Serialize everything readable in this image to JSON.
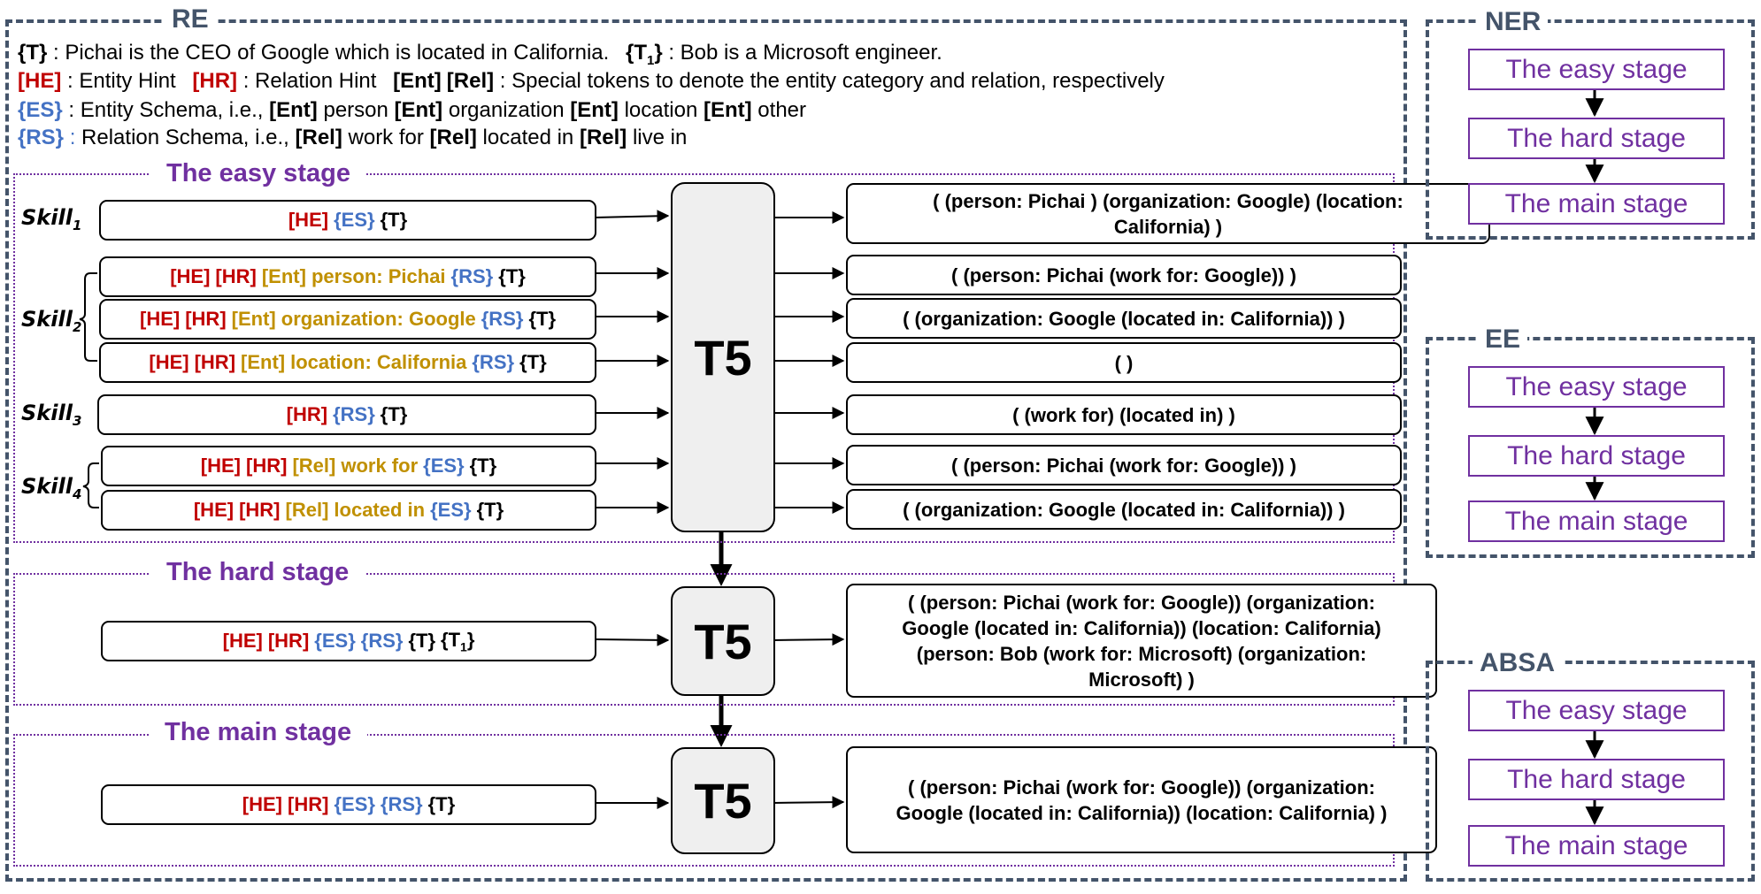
{
  "re": {
    "title": "RE",
    "legend": {
      "t_token": "{T}",
      "t_desc": " : Pichai is the CEO of Google which is located in California.",
      "t1_token": "{T",
      "t1_sub": "1",
      "t1_close": "}",
      "t1_desc": " : Bob is a Microsoft engineer.",
      "he_token": "[HE]",
      "he_desc": " : Entity Hint",
      "hr_token": "[HR]",
      "hr_desc": " : Relation Hint",
      "ent_token": "[Ent]",
      "rel_token": "[Rel]",
      "special_desc": " : Special tokens to denote the entity category and relation, respectively",
      "es_token": "{ES}",
      "es_desc_prefix": " : Entity Schema, i.e., ",
      "es_person": " person ",
      "es_org": " organization ",
      "es_loc": " location ",
      "es_other": " other",
      "rs_token": "{RS}",
      "rs_colon": " :",
      "rs_desc_prefix": " Relation Schema, i.e., ",
      "rs_work": " work for ",
      "rs_located": " located in ",
      "rs_live": " live in"
    }
  },
  "tokens": {
    "he": "[HE]",
    "hr": "[HR]",
    "es": "{ES}",
    "rs": "{RS}",
    "t": "{T}",
    "t1_prefix": "{T",
    "t1_sub": "1",
    "t1_suffix": "}",
    "ent": "[Ent]",
    "rel": "[Rel]"
  },
  "model_label": "T5",
  "stages": {
    "easy": "The easy stage",
    "hard": "The hard stage",
    "main": "The main stage"
  },
  "skills": {
    "s1": {
      "name": "Skill",
      "sub": "1"
    },
    "s2": {
      "name": "Skill",
      "sub": "2"
    },
    "s3": {
      "name": "Skill",
      "sub": "3"
    },
    "s4": {
      "name": "Skill",
      "sub": "4"
    }
  },
  "inputs": {
    "s2a_text": "person: Pichai",
    "s2b_text": "organization: Google",
    "s2c_text": "location: California",
    "s4a_text": "work for",
    "s4b_text": "located in"
  },
  "outputs": {
    "o1": "( (person: Pichai ) (organization: Google) (location: California) )",
    "o2": "( (person: Pichai (work for: Google)) )",
    "o3": "( (organization: Google (located in: California)) )",
    "o4": "( )",
    "o5": "( (work for) (located in) )",
    "o6": "( (person: Pichai (work for: Google)) )",
    "o7": "( (organization: Google (located in: California)) )",
    "hard": "( (person: Pichai (work for: Google)) (organization: Google (located in: California)) (location: California) (person: Bob (work for: Microsoft) (organization: Microsoft) )",
    "main": "( (person: Pichai (work for: Google)) (organization: Google (located in: California)) (location: California) )"
  },
  "side_panels": {
    "ner": {
      "title": "NER"
    },
    "ee": {
      "title": "EE"
    },
    "absa": {
      "title": "ABSA"
    }
  }
}
